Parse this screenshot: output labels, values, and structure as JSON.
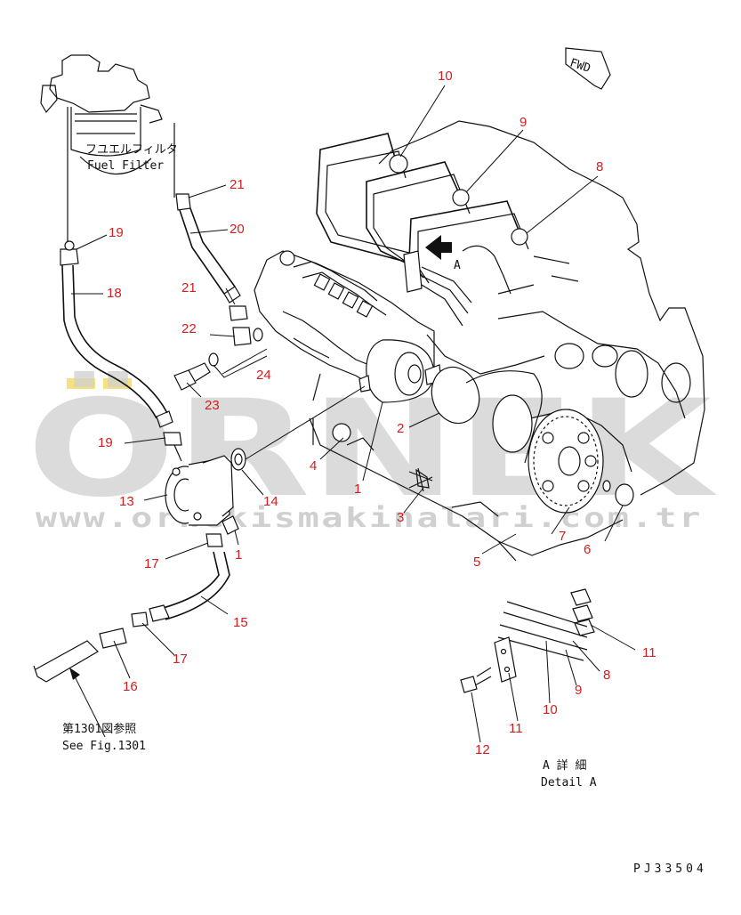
{
  "watermark": {
    "brand": "ÖRNEK",
    "url": "www.ornekismakinalari.com.tr"
  },
  "labels": {
    "fuel_filter_jp": "フユエルフィルタ",
    "fuel_filter_en": "Fuel Filter",
    "fwd": "FWD",
    "view_marker": "A",
    "see_fig_jp": "第1301図参照",
    "see_fig_en": "See Fig.1301",
    "detail_jp": "A 詳 細",
    "detail_en": "Detail A",
    "drawing_code": "PJ33504"
  },
  "callouts": {
    "c10_top": "10",
    "c9_top": "9",
    "c8_top": "8",
    "c21_top": "21",
    "c19_top": "19",
    "c20": "20",
    "c18": "18",
    "c21_mid": "21",
    "c22": "22",
    "c24": "24",
    "c23": "23",
    "c19_low": "19",
    "c2": "2",
    "c4": "4",
    "c13": "13",
    "c14": "14",
    "c1_mid": "1",
    "c3": "3",
    "c1_low": "1",
    "c7": "7",
    "c6": "6",
    "c5": "5",
    "c17_a": "17",
    "c15": "15",
    "c17_b": "17",
    "c16": "16",
    "c11_a": "11",
    "c8_detail": "8",
    "c9_detail": "9",
    "c10_detail": "10",
    "c11_b": "11",
    "c12": "12"
  }
}
